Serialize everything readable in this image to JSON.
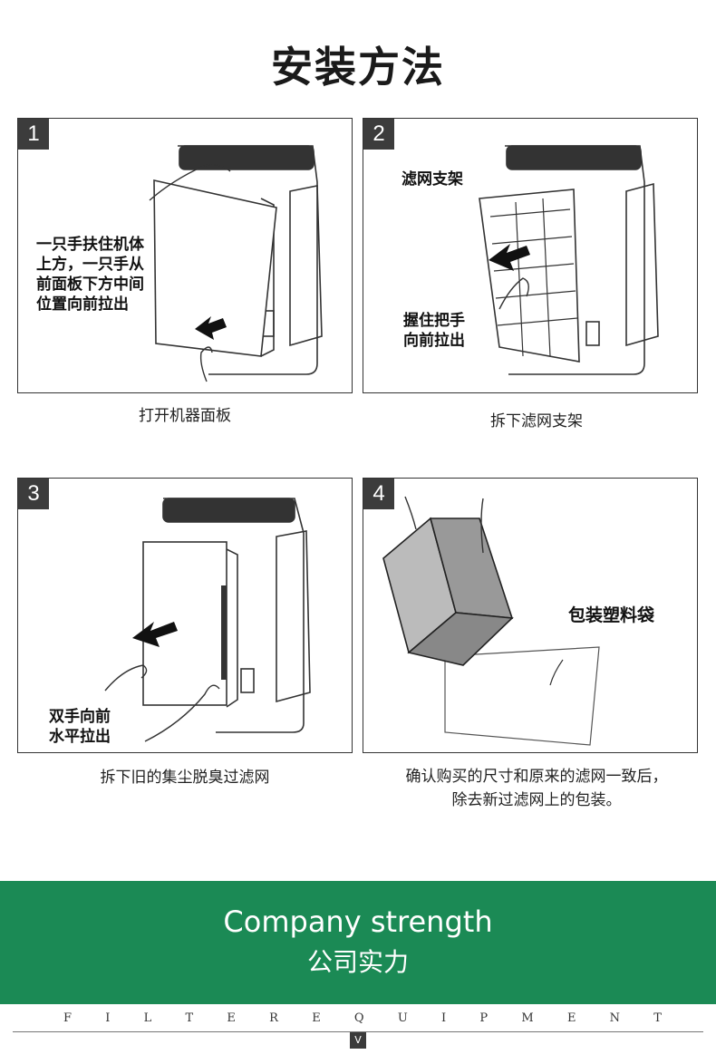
{
  "title": "安装方法",
  "steps": [
    {
      "number": "1",
      "labels": [
        "一只手扶住机体\n上方，一只手从\n前面板下方中间\n位置向前拉出"
      ],
      "caption": "打开机器面板"
    },
    {
      "number": "2",
      "labels": [
        "滤网支架",
        "握住把手\n向前拉出"
      ],
      "caption": "拆下滤网支架"
    },
    {
      "number": "3",
      "labels": [
        "双手向前\n水平拉出"
      ],
      "caption": "拆下旧的集尘脱臭过滤网"
    },
    {
      "number": "4",
      "labels": [
        "包装塑料袋"
      ],
      "caption": "确认购买的尺寸和原来的滤网一致后，\n除去新过滤网上的包装。"
    }
  ],
  "banner": {
    "english": "Company strength",
    "chinese": "公司实力",
    "color": "#1b8a55"
  },
  "footer": {
    "letters": [
      "F",
      "I",
      "L",
      "T",
      "E",
      "R",
      "E",
      "Q",
      "U",
      "I",
      "P",
      "M",
      "E",
      "N",
      "T"
    ],
    "marker": "V"
  }
}
